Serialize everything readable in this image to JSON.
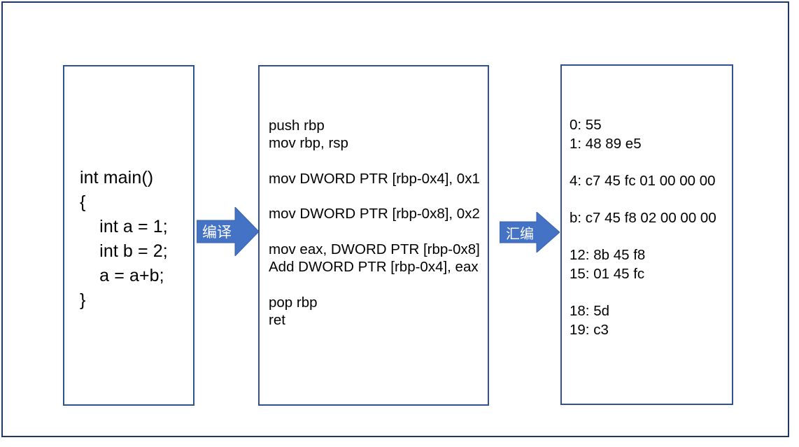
{
  "diagram": {
    "title": "compilation-pipeline",
    "colors": {
      "frame_border": "#1F3864",
      "box_border": "#2E5395",
      "arrow_fill": "#4472C4",
      "arrow_label_text": "#FFFFFF",
      "background": "#FFFFFF",
      "code_text": "#000000"
    },
    "boxes": [
      {
        "id": "source",
        "name": "c-source-code",
        "text": "int main()\n{\n    int a = 1;\n    int b = 2;\n    a = a+b;\n}"
      },
      {
        "id": "assembly",
        "name": "assembly-code",
        "text": "push rbp\nmov rbp, rsp\n\nmov DWORD PTR [rbp-0x4], 0x1\n\nmov DWORD PTR [rbp-0x8], 0x2\n\nmov eax, DWORD PTR [rbp-0x8]\nAdd DWORD PTR [rbp-0x4], eax\n\npop rbp\nret"
      },
      {
        "id": "machine",
        "name": "machine-code",
        "text": "0: 55\n1: 48 89 e5\n\n4: c7 45 fc 01 00 00 00\n\nb: c7 45 f8 02 00 00 00\n\n12: 8b 45 f8\n15: 01 45 fc\n\n18: 5d\n19: c3"
      }
    ],
    "arrows": [
      {
        "id": "compile",
        "label": "编译"
      },
      {
        "id": "assemble",
        "label": "汇编"
      }
    ]
  }
}
